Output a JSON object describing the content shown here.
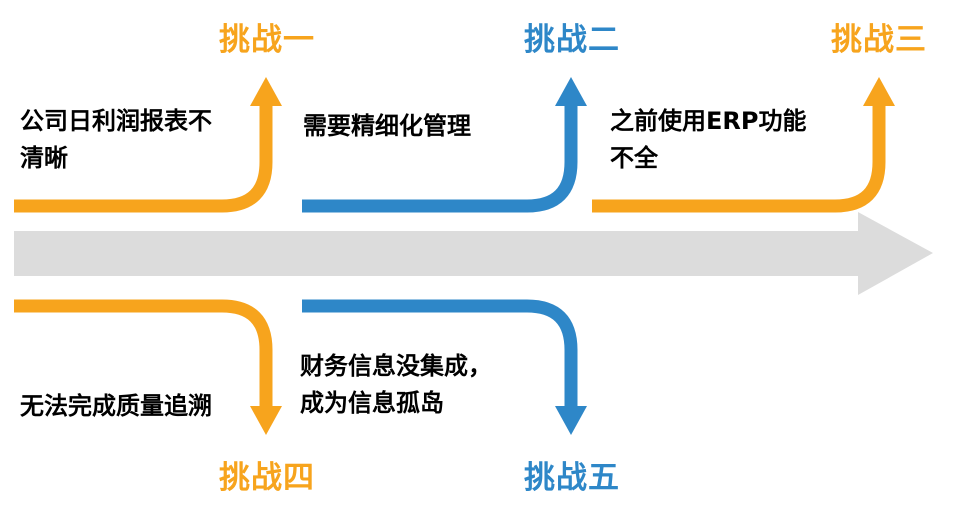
{
  "diagram": {
    "type": "challenge-flow",
    "colors": {
      "orange": "#F7A41D",
      "blue": "#2E87C8",
      "gray": "#DCDCDC",
      "text": "#000000"
    },
    "challenges": [
      {
        "label": "挑战一",
        "color": "orange",
        "direction": "up",
        "description": "公司日利润报表不\n清晰"
      },
      {
        "label": "挑战二",
        "color": "blue",
        "direction": "up",
        "description": "需要精细化管理"
      },
      {
        "label": "挑战三",
        "color": "orange",
        "direction": "up",
        "description": "之前使用ERP功能\n不全"
      },
      {
        "label": "挑战四",
        "color": "orange",
        "direction": "down",
        "description": "无法完成质量追溯"
      },
      {
        "label": "挑战五",
        "color": "blue",
        "direction": "down",
        "description": "财务信息没集成，\n成为信息孤岛"
      }
    ]
  }
}
